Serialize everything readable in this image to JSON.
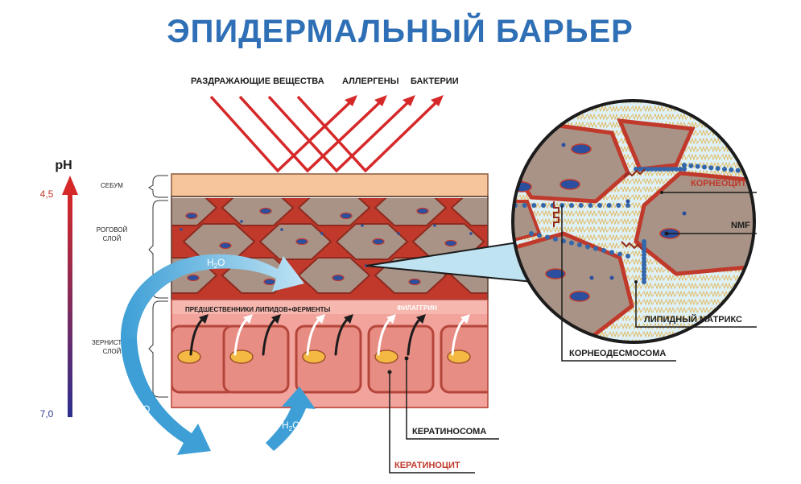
{
  "title": "ЭПИДЕРМАЛЬНЫЙ БАРЬЕР",
  "threats": {
    "irritants": "РАЗДРАЖАЮЩИЕ ВЕЩЕСТВА",
    "allergens": "АЛЛЕРГЕНЫ",
    "bacteria": "БАКТЕРИИ"
  },
  "ph_scale": {
    "label": "pH",
    "top_value": "4,5",
    "bottom_value": "7,0"
  },
  "layers": {
    "sebum": "СЕБУМ",
    "stratum_corneum_1": "РОГОВОЙ",
    "stratum_corneum_2": "СЛОЙ",
    "stratum_granulosum_1": "ЗЕРНИСТЫЙ",
    "stratum_granulosum_2": "СЛОЙ"
  },
  "water": {
    "h": "H",
    "sub": "2",
    "o": "O"
  },
  "inner_labels": {
    "lipid_precursors": "ПРЕДШЕСТВЕННИКИ ЛИПИДОВ+ФЕРМЕНТЫ",
    "filaggrin": "ФИЛАГГРИН"
  },
  "callouts": {
    "corneocyte": "КОРНЕОЦИТ",
    "nmf": "NMF",
    "lipid_matrix": "ЛИПИДНЫЙ МАТРИКС",
    "corneodesmosome": "КОРНЕОДЕСМОСОМА",
    "keratinosome": "КЕРАТИНОСОМА",
    "keratinocyte": "КЕРАТИНОЦИТ"
  },
  "colors": {
    "title": "#2f6fb5",
    "arrow_red": "#d62828",
    "sebum": "#f7c59b",
    "corneum_cell": "#a89386",
    "corneum_border": "#c0392b",
    "granular": "#f2a39c",
    "water_blue": "#4aa8d8",
    "callout_red": "#c0392b"
  }
}
